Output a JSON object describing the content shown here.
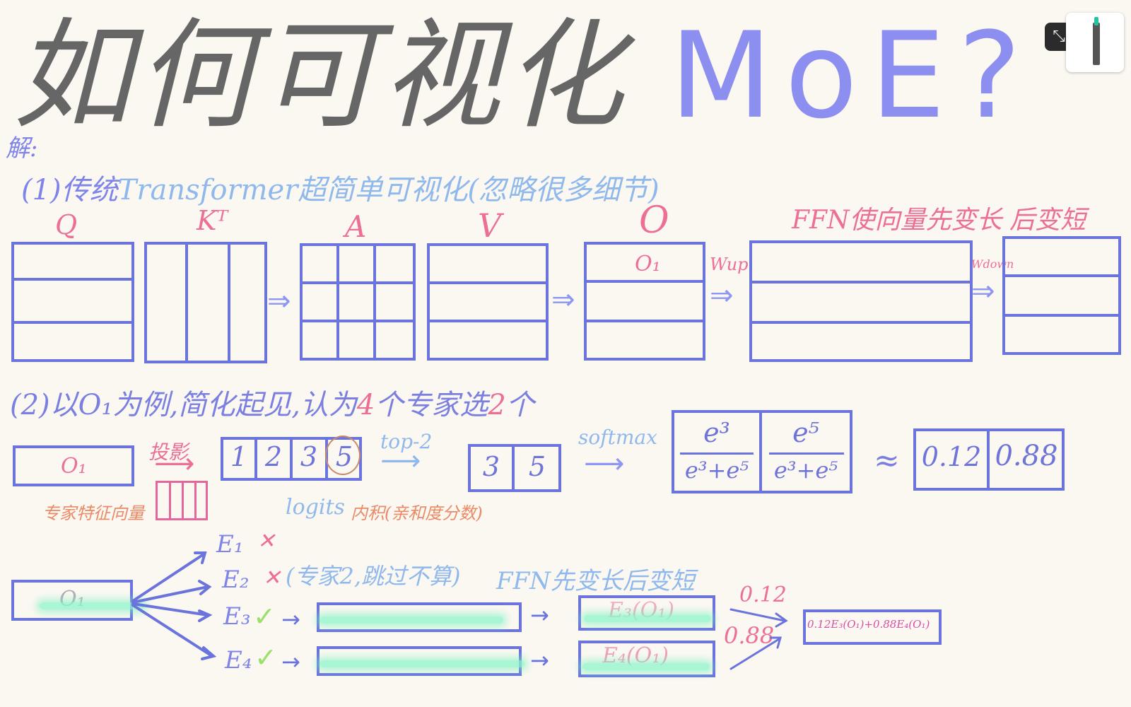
{
  "title": {
    "zh": "如何可视化",
    "moe": "MoE?"
  },
  "solution_label": "解:",
  "section1": {
    "heading_num": "(1)传统",
    "heading_rest": "Transformer超简单可视化(忽略很多细节)",
    "labels": {
      "q": "Q",
      "kt": "Kᵀ",
      "a": "A",
      "v": "V",
      "o": "O",
      "ffn": "FFN使向量先变长",
      "short": "后变短"
    },
    "o1": "O₁",
    "wup": "Wup",
    "wdown": "Wdown"
  },
  "section2": {
    "heading_a": "(2)以O₁为例,简化起见,认为",
    "heading_4": "4",
    "heading_b": "个专家选",
    "heading_2": "2",
    "heading_c": "个",
    "o1": "O₁",
    "proj": "投影",
    "logits": [
      "1",
      "2",
      "3",
      "5"
    ],
    "logits_label": "logits",
    "expert_vec_label": "专家特征向量",
    "inner_product_label": "内积(亲和度分数)",
    "topk": "top-2",
    "selected": [
      "3",
      "5"
    ],
    "softmax": "softmax",
    "sm_num": [
      "e³",
      "e⁵"
    ],
    "sm_den": [
      "e³+e⁵",
      "e³+e⁵"
    ],
    "approx": "≈",
    "probs": [
      "0.12",
      "0.88"
    ]
  },
  "section3": {
    "o1": "O₁",
    "experts": [
      {
        "label": "E₁",
        "mark": "✕"
      },
      {
        "label": "E₂",
        "mark": "✕"
      },
      {
        "label": "E₃",
        "mark": "✓"
      },
      {
        "label": "E₄",
        "mark": "✓"
      }
    ],
    "note": "(专家2,跳过不算)",
    "ffn_note": "FFN先变长后变短",
    "e3out": "E₃(O₁)",
    "e4out": "E₄(O₁)",
    "w1": "0.12",
    "w2": "0.88",
    "result": "0.12E₃(O₁)+0.88E₄(O₁)"
  },
  "colors": {
    "grid": "#6b73dc",
    "pink": "#ec6f94",
    "blue": "#8fb8ec",
    "orange": "#ea8a66",
    "glow": "#8cf5c8"
  }
}
